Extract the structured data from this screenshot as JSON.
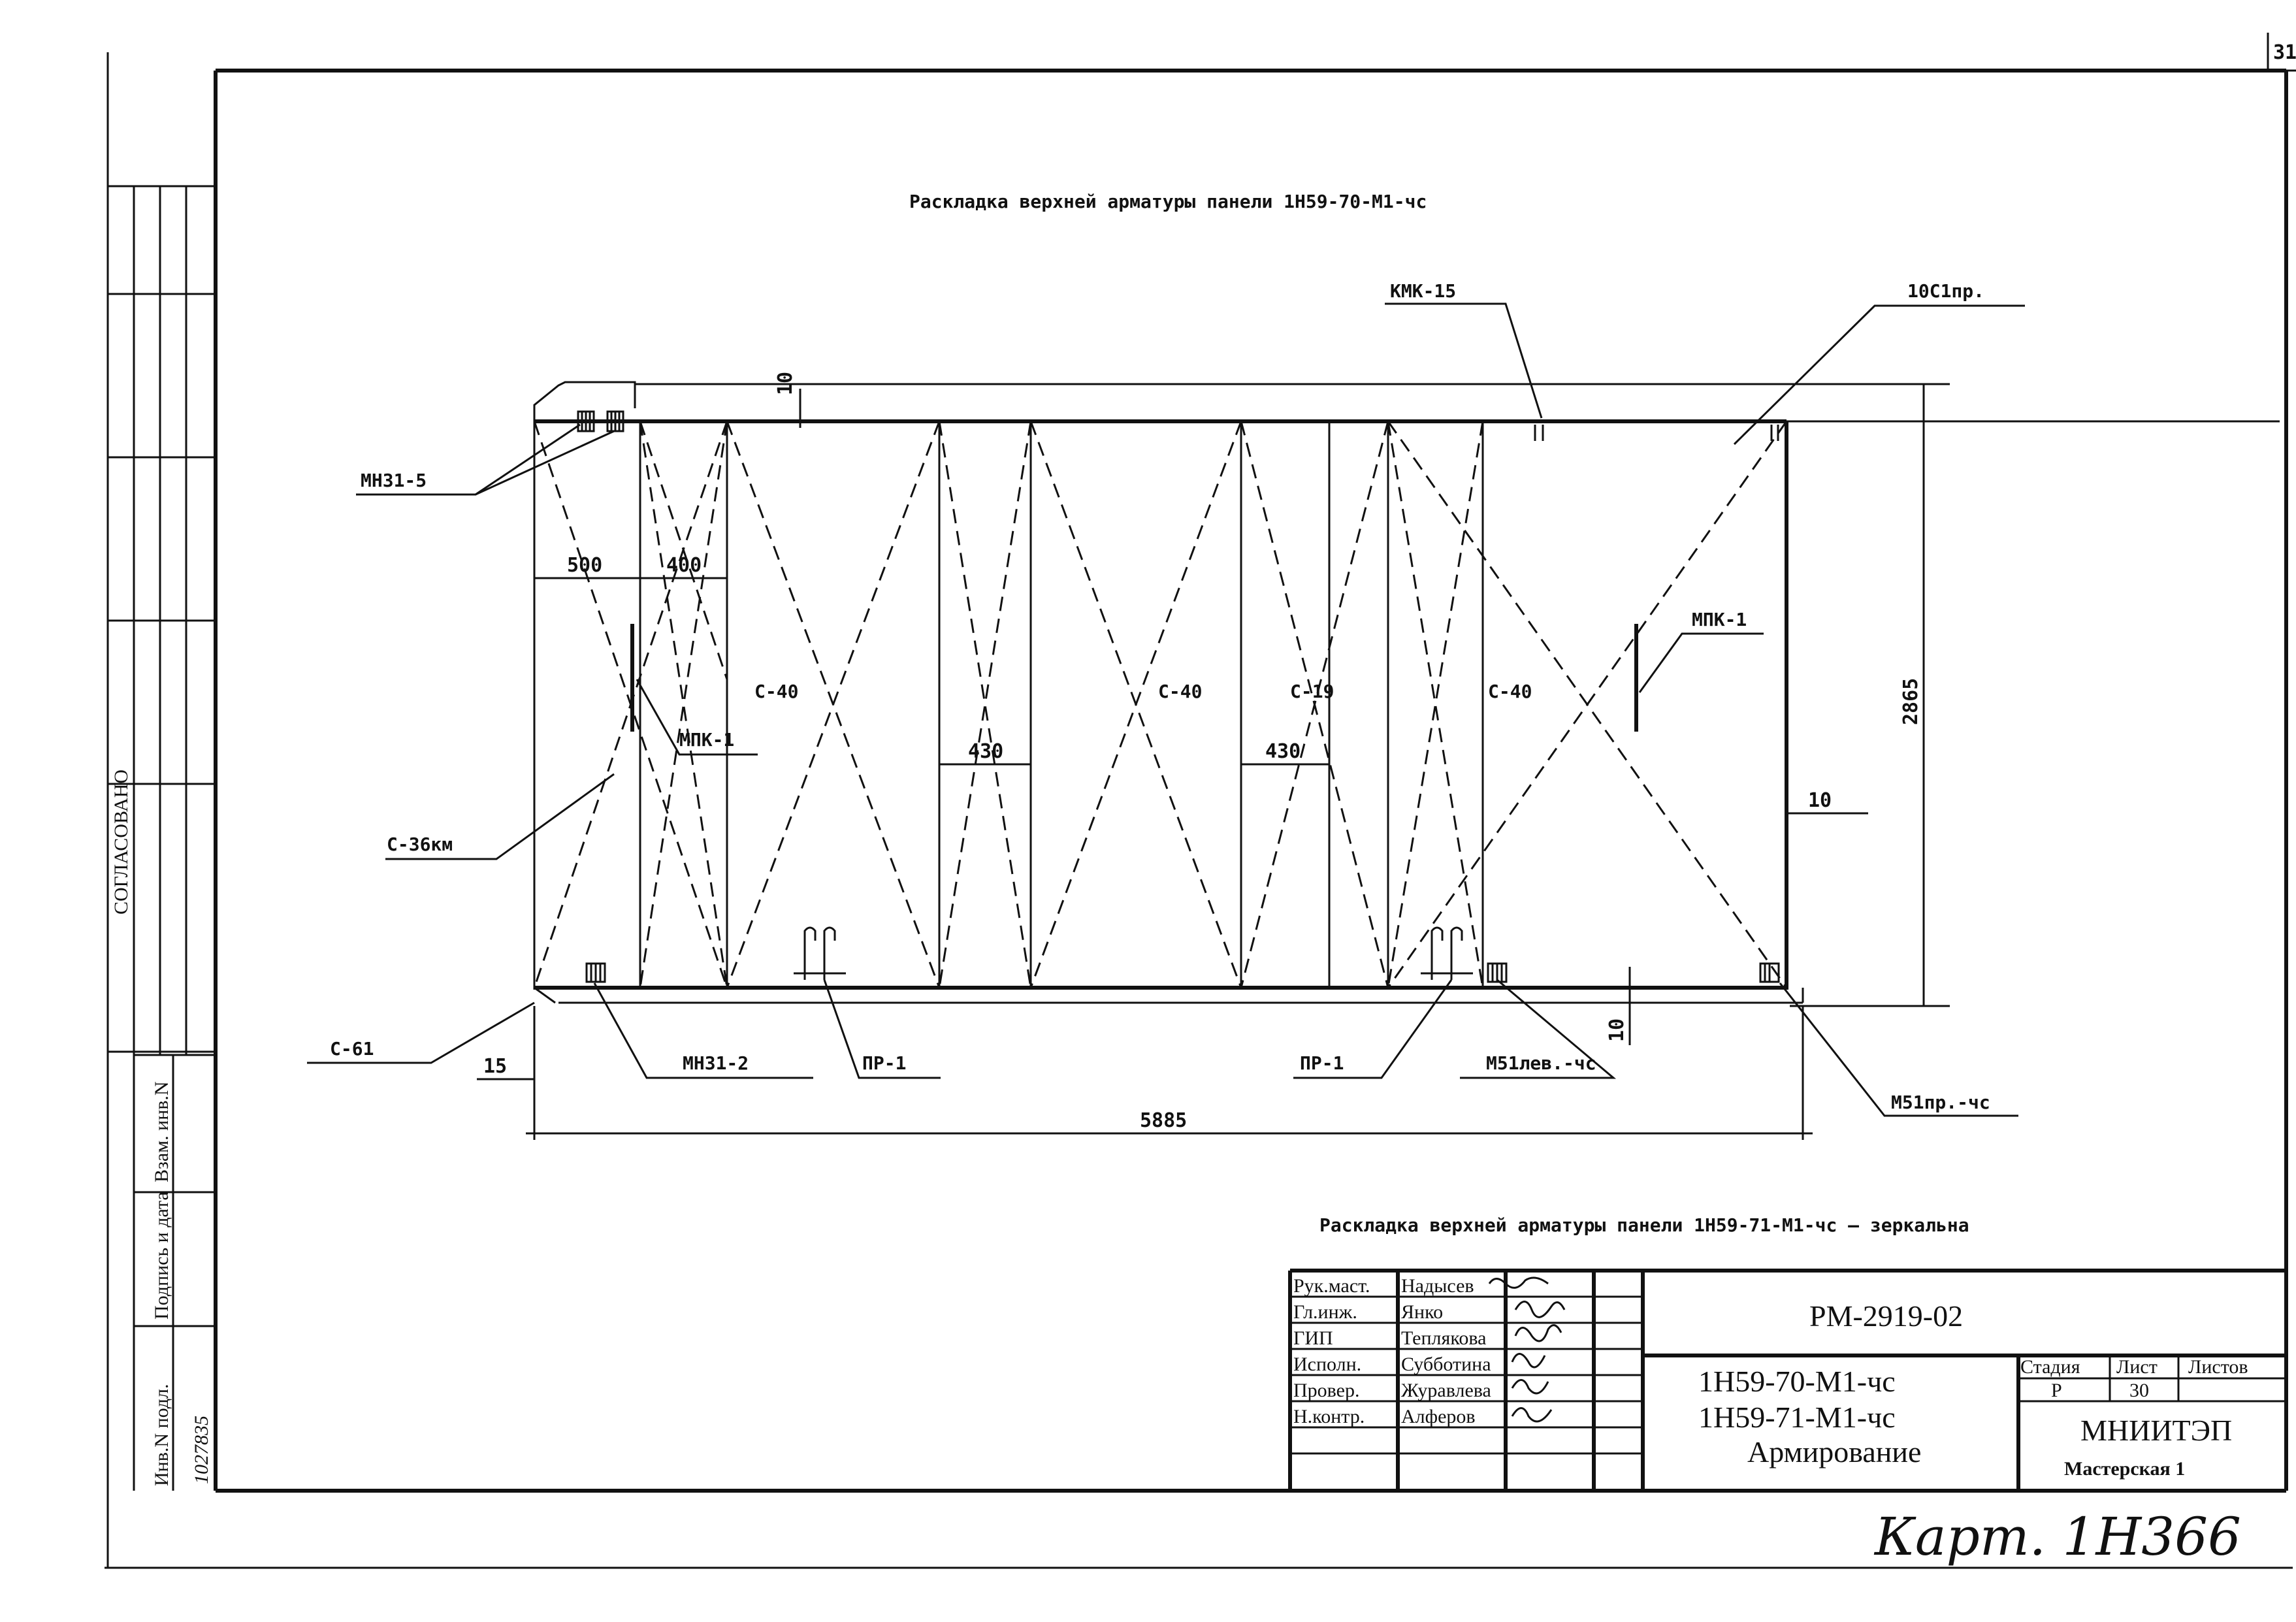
{
  "sheet_corner_number": "31",
  "title_top": "Раскладка верхней арматуры панели 1Н59-70-М1-чс",
  "title_bottom": "Раскладка верхней арматуры панели 1Н59-71-М1-чс — зеркальна",
  "labels": {
    "kmk": "КМК-15",
    "c1": "10С1пр.",
    "mn31_5": "МН31-5",
    "mpk_left": "МПК-1",
    "mpk_right": "МПК-1",
    "c36": "С-36км",
    "c40_a": "С-40",
    "c40_b": "С-40",
    "c40_c": "С-40",
    "c19": "С-19",
    "c61": "С-61",
    "mn31_2": "МН31-2",
    "pr1_a": "ПР-1",
    "pr1_b": "ПР-1",
    "m51lev": "М51лев.-чс",
    "m51pr": "М51пр.-чс"
  },
  "dims": {
    "d10_top": "10",
    "d500": "500",
    "d400": "400",
    "d430_a": "430",
    "d430_b": "430",
    "d2865": "2865",
    "d10_right": "10",
    "d10_bottom": "10",
    "d15": "15",
    "d5885": "5885"
  },
  "side_stamp": {
    "agreed": "СОГЛАСОВАНО",
    "vzam": "Взам. инв.N",
    "podpis": "Подпись и дата",
    "inv": "Инв.N подл.",
    "inv_value": "1027835"
  },
  "title_block": {
    "roles": [
      "Рук.маст.",
      "Гл.инж.",
      "ГИП",
      "Исполн.",
      "Провер.",
      "Н.контр."
    ],
    "names": [
      "Надысев",
      "Янко",
      "Теплякова",
      "Субботина",
      "Журавлева",
      "Алферов"
    ],
    "doc_code": "РМ-2919-02",
    "desc_line1": "1Н59-70-М1-чс",
    "desc_line2": "1Н59-71-М1-чс",
    "desc_line3": "Армирование",
    "stage_label": "Стадия",
    "sheet_label": "Лист",
    "sheets_label": "Листов",
    "stage_value": "Р",
    "sheet_value": "30",
    "org": "МНИИТЭП",
    "workshop": "Мастерская 1"
  },
  "handwritten": "Карт. 1Н366"
}
